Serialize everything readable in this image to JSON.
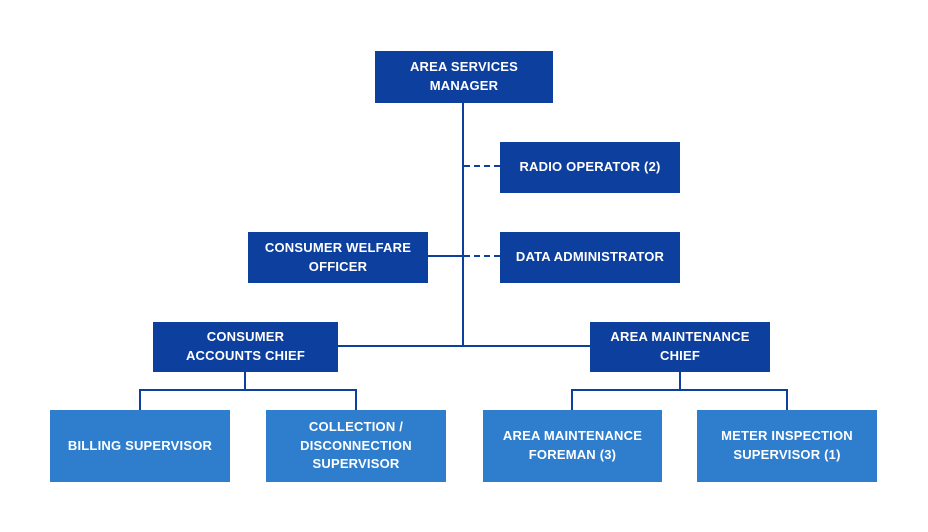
{
  "colors": {
    "box_dark_blue": "#0d3f9e",
    "box_light_blue": "#2e7ecd",
    "connector_blue": "#0d3f9e",
    "box_text": "#ffffff",
    "background": "#ffffff"
  },
  "org_chart": {
    "nodes": {
      "area_services_manager": {
        "label": "AREA SERVICES\nMANAGER",
        "style": "dark"
      },
      "radio_operator": {
        "label": "RADIO OPERATOR (2)",
        "style": "dark"
      },
      "consumer_welfare_officer": {
        "label": "CONSUMER WELFARE\nOFFICER",
        "style": "dark"
      },
      "data_administrator": {
        "label": "DATA ADMINISTRATOR",
        "style": "dark"
      },
      "consumer_accounts_chief": {
        "label": "CONSUMER\nACCOUNTS CHIEF",
        "style": "dark"
      },
      "area_maintenance_chief": {
        "label": "AREA MAINTENANCE\nCHIEF",
        "style": "dark"
      },
      "billing_supervisor": {
        "label": "BILLING SUPERVISOR",
        "style": "light"
      },
      "collection_disconnection_supervisor": {
        "label": "COLLECTION /\nDISCONNECTION\nSUPERVISOR",
        "style": "light"
      },
      "area_maintenance_foreman": {
        "label": "AREA MAINTENANCE\nFOREMAN (3)",
        "style": "light"
      },
      "meter_inspection_supervisor": {
        "label": "METER INSPECTION\nSUPERVISOR (1)",
        "style": "light"
      }
    },
    "edges": [
      {
        "from": "area_services_manager",
        "to": "radio_operator",
        "type": "dashed"
      },
      {
        "from": "area_services_manager",
        "to": "data_administrator",
        "type": "dashed"
      },
      {
        "from": "consumer_welfare_officer",
        "to": "area_services_manager",
        "type": "solid"
      },
      {
        "from": "area_services_manager",
        "to": "consumer_accounts_chief",
        "type": "solid"
      },
      {
        "from": "area_services_manager",
        "to": "area_maintenance_chief",
        "type": "solid"
      },
      {
        "from": "consumer_accounts_chief",
        "to": "billing_supervisor",
        "type": "solid"
      },
      {
        "from": "consumer_accounts_chief",
        "to": "collection_disconnection_supervisor",
        "type": "solid"
      },
      {
        "from": "area_maintenance_chief",
        "to": "area_maintenance_foreman",
        "type": "solid"
      },
      {
        "from": "area_maintenance_chief",
        "to": "meter_inspection_supervisor",
        "type": "solid"
      }
    ]
  }
}
